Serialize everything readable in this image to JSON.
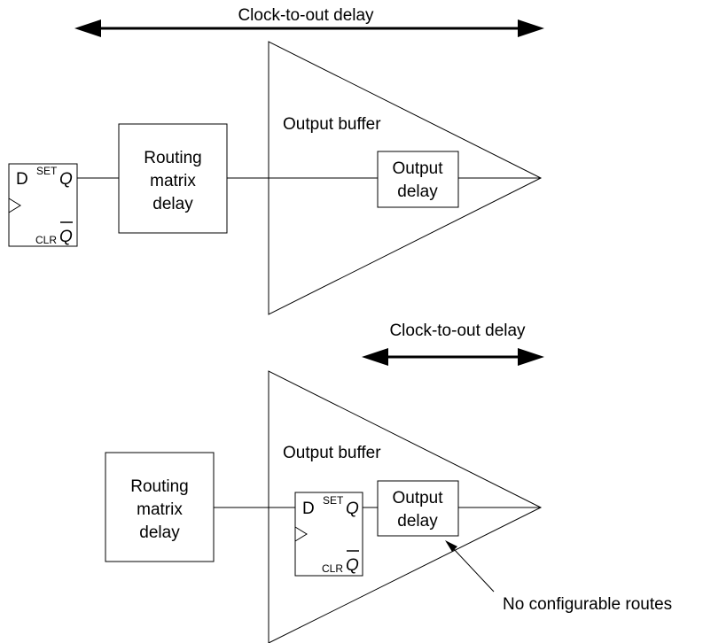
{
  "top": {
    "arrow_label": "Clock-to-out delay",
    "routing_box": {
      "line1": "Routing",
      "line2": "matrix",
      "line3": "delay"
    },
    "buffer_label": "Output buffer",
    "output_delay": {
      "line1": "Output",
      "line2": "delay"
    },
    "flipflop": {
      "d": "D",
      "set": "SET",
      "q": "Q",
      "clr": "CLR",
      "qbar": "Q"
    }
  },
  "bottom": {
    "arrow_label": "Clock-to-out delay",
    "routing_box": {
      "line1": "Routing",
      "line2": "matrix",
      "line3": "delay"
    },
    "buffer_label": "Output buffer",
    "output_delay": {
      "line1": "Output",
      "line2": "delay"
    },
    "flipflop": {
      "d": "D",
      "set": "SET",
      "q": "Q",
      "clr": "CLR",
      "qbar": "Q"
    },
    "callout": "No configurable routes"
  }
}
